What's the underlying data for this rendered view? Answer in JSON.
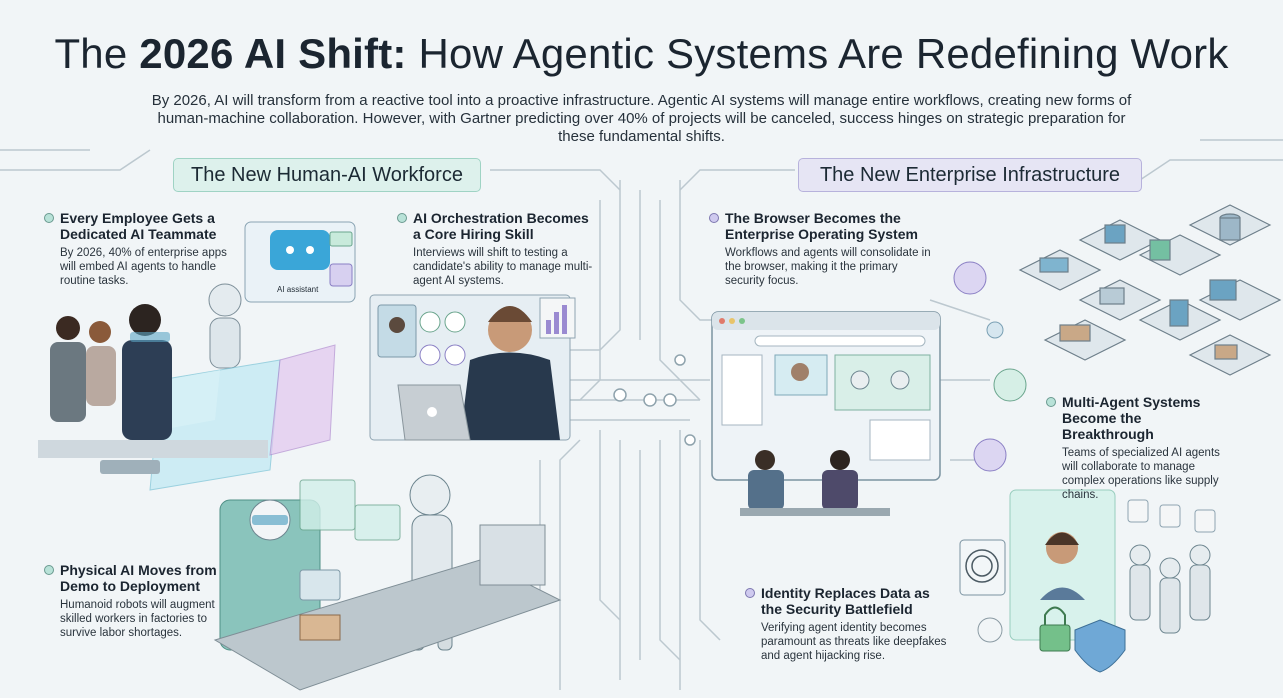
{
  "title": {
    "prefix": "The ",
    "bold": "2026 AI Shift:",
    "rest": " How Agentic Systems Are Redefining Work"
  },
  "intro": "By 2026, AI will transform from a reactive tool into a proactive infrastructure. Agentic AI systems will manage entire workflows, creating new forms of human-machine collaboration. However, with Gartner predicting over 40% of projects will be canceled, success hinges on strategic preparation for these fundamental shifts.",
  "sections": {
    "left_header": "The New Human-AI Workforce",
    "right_header": "The New Enterprise Infrastructure"
  },
  "items": [
    {
      "title_l1": "Every Employee Gets a",
      "title_l2": "Dedicated AI Teammate",
      "body": "By 2026, 40% of enterprise apps will embed AI agents to handle routine tasks."
    },
    {
      "title_l1": "AI Orchestration Becomes",
      "title_l2": "a Core Hiring Skill",
      "body": "Interviews will shift to testing a candidate's ability to manage multi-agent AI systems."
    },
    {
      "title_l1": "Physical AI Moves from",
      "title_l2": "Demo to Deployment",
      "body": "Humanoid robots will augment skilled workers in factories to survive labor shortages."
    },
    {
      "title_l1": "The Browser Becomes the",
      "title_l2": "Enterprise Operating System",
      "body": "Workflows and agents will consolidate in the browser, making it the primary security focus."
    },
    {
      "title_l1": "Multi-Agent Systems",
      "title_l2": "Become the Breakthrough",
      "body": "Teams of specialized AI agents will collaborate to manage complex operations like supply chains."
    },
    {
      "title_l1": "Identity Replaces Data as",
      "title_l2": "the Security Battlefield",
      "body": "Verifying agent identity becomes paramount as threats like deepfakes and agent hijacking rise."
    }
  ],
  "illustration": {
    "ai_assistant_label": "AI assistant"
  },
  "colors": {
    "teal_accent": "#9fd3c4",
    "purple_accent": "#b7b2dc",
    "circuit_line": "#b9c6cd",
    "background": "#f1f5f7"
  }
}
